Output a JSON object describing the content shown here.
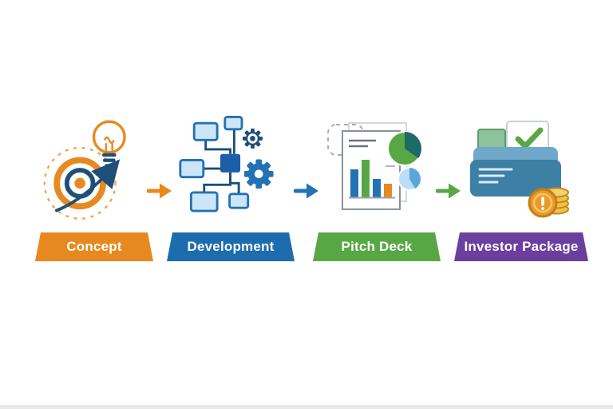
{
  "diagram": {
    "type": "process-flow",
    "background": "#FFFFFF",
    "stages": [
      {
        "label": "Concept",
        "color": "#E8891F",
        "icon": "lightbulb-target-icon"
      },
      {
        "label": "Development",
        "color": "#1D6CAE",
        "icon": "flowchart-gears-icon"
      },
      {
        "label": "Pitch Deck",
        "color": "#57A845",
        "icon": "pitch-chart-document-icon"
      },
      {
        "label": "Investor Package",
        "color": "#6B3FA0",
        "icon": "investor-folder-coins-icon"
      }
    ],
    "arrows": [
      {
        "from": "Concept",
        "to": "Development",
        "color": "#E8891F"
      },
      {
        "from": "Development",
        "to": "Pitch Deck",
        "color": "#2272B5"
      },
      {
        "from": "Pitch Deck",
        "to": "Investor Package",
        "color": "#57A845"
      }
    ]
  }
}
